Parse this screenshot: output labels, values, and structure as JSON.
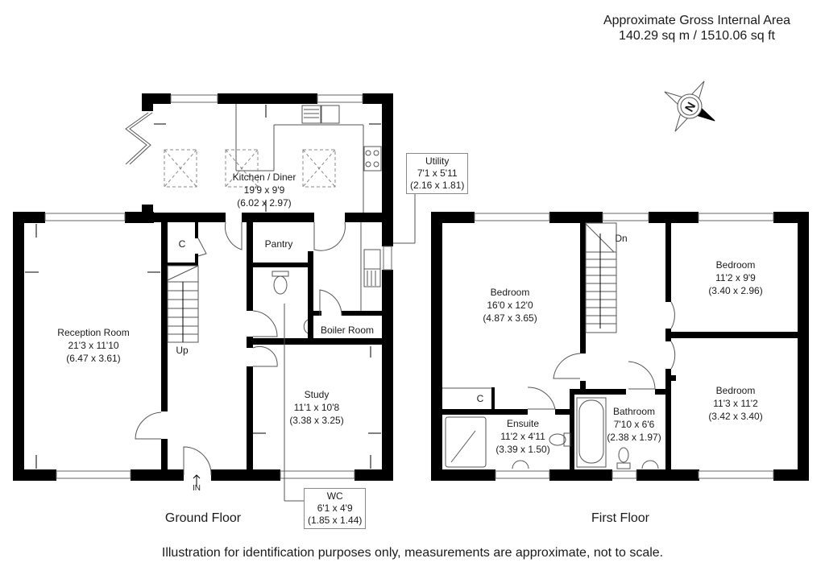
{
  "header": {
    "area_title": "Approximate Gross Internal Area",
    "area_value": "140.29 sq m / 1510.06 sq ft"
  },
  "compass": {
    "icon": "north-compass-icon",
    "letter": "N"
  },
  "ground_floor": {
    "title": "Ground Floor",
    "rooms": [
      {
        "name": "Kitchen / Diner",
        "imperial": "19'9 x 9'9",
        "metric": "(6.02 x 2.97)"
      },
      {
        "name": "Reception Room",
        "imperial": "21'3 x 11'10",
        "metric": "(6.47 x 3.61)"
      },
      {
        "name": "Study",
        "imperial": "11'1 x 10'8",
        "metric": "(3.38 x 3.25)"
      },
      {
        "name": "Pantry"
      },
      {
        "name": "Boiler Room"
      }
    ],
    "callouts": [
      {
        "name": "Utility",
        "imperial": "7'1 x 5'11",
        "metric": "(2.16 x 1.81)"
      },
      {
        "name": "WC",
        "imperial": "6'1 x 4'9",
        "metric": "(1.85 x 1.44)"
      }
    ],
    "cupboard_label": "C",
    "stairs_label": "Up",
    "entrance_label": "IN"
  },
  "first_floor": {
    "title": "First Floor",
    "rooms": [
      {
        "name": "Bedroom",
        "imperial": "16'0 x 12'0",
        "metric": "(4.87 x 3.65)"
      },
      {
        "name": "Bedroom",
        "imperial": "11'2 x 9'9",
        "metric": "(3.40 x 2.96)"
      },
      {
        "name": "Bedroom",
        "imperial": "11'3 x 11'2",
        "metric": "(3.42 x 3.40)"
      },
      {
        "name": "Ensuite",
        "imperial": "11'2 x 4'11",
        "metric": "(3.39 x 1.50)"
      },
      {
        "name": "Bathroom",
        "imperial": "7'10 x 6'6",
        "metric": "(2.38 x 1.97)"
      }
    ],
    "cupboard_label": "C",
    "stairs_label": "Dn"
  },
  "footer": {
    "disclaimer": "Illustration for identification purposes only, measurements are approximate, not to scale."
  }
}
